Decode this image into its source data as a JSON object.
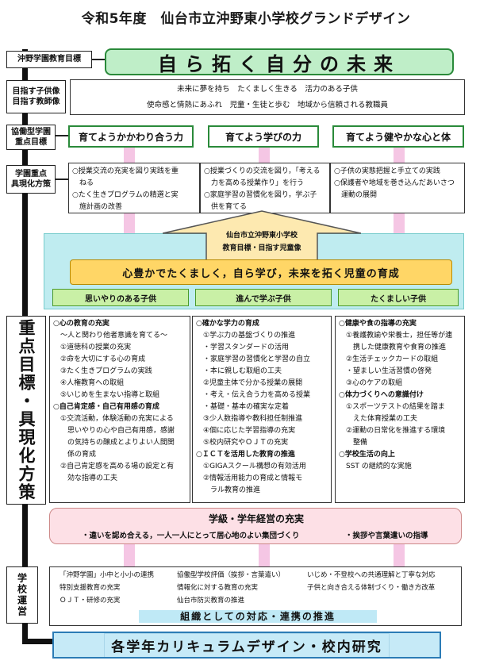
{
  "title": "令和5年度　仙台市立沖野東小学校グランドデザイン",
  "labels": {
    "educational_goal": "沖野学園教育目標",
    "aim_child": "目指す子供像",
    "aim_teacher": "目指す教師像",
    "kyodo_1": "協働型学園",
    "kyodo_2": "重点目標",
    "gakuen_1": "学園重点",
    "gakuen_2": "具現化方策",
    "juten": "重点目標・具現化方策",
    "school_mgmt": "学校運営"
  },
  "main_goal": "自ら拓く自分の未来",
  "aims": {
    "child": "未来に夢を持ち　たくましく生きる　活力のある子供",
    "teacher": "使命感と情熱にあふれ　児童・生徒と歩む　地域から信頼される教職員"
  },
  "growth_goals": [
    "育てようかかわり合う力",
    "育てよう学びの力",
    "育てよう健やかな心と体"
  ],
  "strategies": [
    [
      "○授業交流の充実を図り実践を重",
      "　ねる",
      "○たく生きプログラムの精選と実",
      "　施計画の改善"
    ],
    [
      "○授業づくりの交流を図り，「考える",
      "　力を高める授業作り」を行う",
      "○家庭学習の習慣化を図り，学ぶ子",
      "　供を育てる"
    ],
    [
      "○子供の実態把握と手立ての実践",
      "○保護者や地域を巻き込んだあいさつ",
      "　運動の展開"
    ]
  ],
  "school_box": {
    "line1": "仙台市立沖野東小学校",
    "line2": "教育目標・目指す児童像"
  },
  "school_goal": "心豊かでたくましく，自ら学び，未来を拓く児童の育成",
  "child_images": [
    "思いやりのある子供",
    "進んで学ぶ子供",
    "たくましい子供"
  ],
  "col1": [
    {
      "t": "○心の教育の充実",
      "h": true
    },
    {
      "t": "　～人と関わり他者意識を育てる～",
      "h": false
    },
    {
      "t": "　①道徳科の授業の充実",
      "h": false
    },
    {
      "t": "　②命を大切にする心の育成",
      "h": false
    },
    {
      "t": "　③たく生きプログラムの実践",
      "h": false
    },
    {
      "t": "　④人権教育への取組",
      "h": false
    },
    {
      "t": "　⑤いじめを生まない指導と取組",
      "h": false
    },
    {
      "t": "○自己肯定感・自己有用感の育成",
      "h": true
    },
    {
      "t": "　①交流活動，体験活動の充実による",
      "h": false
    },
    {
      "t": "　　思いやりの心や自己有用感，感謝",
      "h": false
    },
    {
      "t": "　　の気持ちの醸成とよりよい人間関",
      "h": false
    },
    {
      "t": "　　係の育成",
      "h": false
    },
    {
      "t": "　②自己肯定感を高める場の設定と有",
      "h": false
    },
    {
      "t": "　　効な指導の工夫",
      "h": false
    }
  ],
  "col2": [
    {
      "t": "○確かな学力の育成",
      "h": true
    },
    {
      "t": "　①学ぶ力の基盤づくりの推進",
      "h": false
    },
    {
      "t": "　・学習スタンダードの活用",
      "h": false
    },
    {
      "t": "　・家庭学習の習慣化と学習の自立",
      "h": false
    },
    {
      "t": "　・本に親しむ取組の工夫",
      "h": false
    },
    {
      "t": "　②児童主体で分かる授業の展開",
      "h": false
    },
    {
      "t": "　・考え・伝え合う力を高める授業",
      "h": false
    },
    {
      "t": "　・基礎・基本の確実な定着",
      "h": false
    },
    {
      "t": "　③少人数指導や教科担任制推進",
      "h": false
    },
    {
      "t": "　④個に応じた学習指導の充実",
      "h": false
    },
    {
      "t": "　⑤校内研究やＯＪＴの充実",
      "h": false
    },
    {
      "t": "○ＩＣＴを活用した教育の推進",
      "h": true
    },
    {
      "t": "　①GIGAスクール構想の有効活用",
      "h": false
    },
    {
      "t": "　②情報活用能力の育成と情報モ",
      "h": false
    },
    {
      "t": "　　ラル教育の推進",
      "h": false
    }
  ],
  "col3": [
    {
      "t": "○健康や食の指導の充実",
      "h": true
    },
    {
      "t": "　①養護教諭や栄養士，担任等が連",
      "h": false
    },
    {
      "t": "　　携した健康教育や食育の推進",
      "h": false
    },
    {
      "t": "　②生活チェックカードの取組",
      "h": false
    },
    {
      "t": "　・望ましい生活習慣の啓発",
      "h": false
    },
    {
      "t": "　③心のケアの取組",
      "h": false
    },
    {
      "t": "○体力づくりへの意識付け",
      "h": true
    },
    {
      "t": "　①スポーツテストの結果を踏ま",
      "h": false
    },
    {
      "t": "　　えた体育授業の工夫",
      "h": false
    },
    {
      "t": "　②運動の日常化を推進する環境",
      "h": false
    },
    {
      "t": "　　整備",
      "h": false
    },
    {
      "t": "○学校生活の向上",
      "h": true
    },
    {
      "t": "　SST の継続的な実施",
      "h": false
    }
  ],
  "class_mgmt": {
    "title": "学級・学年経営の充実",
    "item1": "・違いを認め合える，一人一人にとって居心地のよい集団づくり",
    "item2": "・挨拶や言葉遣いの指導"
  },
  "mgmt": [
    [
      "「沖野学園」小中と小小の連携",
      "協働型学校評価（挨拶・言葉遣い）",
      "いじめ・不登校への共通理解と丁寧な対応"
    ],
    [
      "特別支援教育の充実",
      "情報化に対する教育の充実",
      "子供と向き合える体制づくり・働き方改革"
    ],
    [
      "ＯＪＴ・研修の充実",
      "仙台市防災教育の推進",
      ""
    ]
  ],
  "mgmt_footer": "組織としての対応・連携の推進",
  "bottom": "各学年カリキュラムデザイン・校内研究",
  "colors": {
    "green_border": "#2a8a3a",
    "pink": "#f5c6e4",
    "cyan": "#bfecf0",
    "yellow": "#ffd666",
    "blue_border": "#2b7cb6"
  }
}
